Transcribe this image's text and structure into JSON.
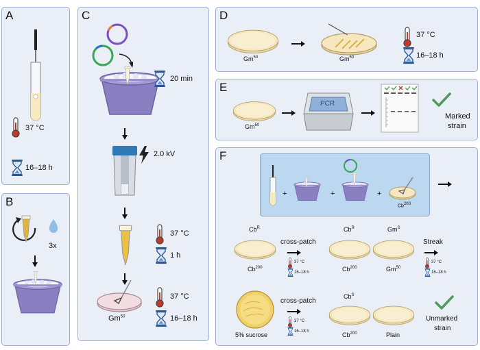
{
  "panels": {
    "A": {
      "label": "A",
      "temp": "37 °C",
      "time": "16–18 h"
    },
    "B": {
      "label": "B",
      "repeat": "3x"
    },
    "C": {
      "label": "C",
      "step1_time": "20 min",
      "voltage": "2.0 kV",
      "temp": "37 °C",
      "time1": "1 h",
      "temp2": "37 °C",
      "time2": "16–18 h",
      "plate": "Gm",
      "plate_sup": "50"
    },
    "D": {
      "label": "D",
      "plate1": "Gm",
      "plate1_sup": "50",
      "plate2": "Gm",
      "plate2_sup": "50",
      "temp": "37 °C",
      "time": "16–18 h"
    },
    "E": {
      "label": "E",
      "plate": "Gm",
      "plate_sup": "50",
      "pcr": "PCR",
      "result_line1": "Marked",
      "result_line2": "strain"
    },
    "F": {
      "label": "F",
      "plus": "+",
      "inset_plate": "Cb",
      "inset_plate_sup": "200",
      "row1": {
        "plate1_top": "Cb",
        "plate1_top_sup": "R",
        "plate1_bottom": "Cb",
        "plate1_bottom_sup": "200",
        "action1": "cross-patch",
        "small_temp": "37 °C",
        "small_time": "16–18 h",
        "plate2_top": "Cb",
        "plate2_top_sup": "R",
        "plate2_bottom": "Cb",
        "plate2_bottom_sup": "200",
        "plate3_top": "Gm",
        "plate3_top_sup": "S",
        "plate3_bottom": "Gm",
        "plate3_bottom_sup": "50",
        "action2": "Streak"
      },
      "row2": {
        "plate1_label": "5% sucrose",
        "action": "cross-patch",
        "small_temp": "37 °C",
        "small_time": "16–18 h",
        "plate2_top": "Cb",
        "plate2_top_sup": "S",
        "plate2_bottom": "Cb",
        "plate2_bottom_sup": "200",
        "plate3_bottom": "Plain",
        "result_line1": "Unmarked",
        "result_line2": "strain"
      }
    }
  },
  "colors": {
    "panel_bg": "#e9eef7",
    "panel_border": "#9eb0cf",
    "inset_bg": "#bcd7f0",
    "pot": "#8a7fc0",
    "plate": "#f6e7c0",
    "check": "#4f9a58",
    "hourglass": "#2d5a94",
    "thermo": "#c0392b"
  }
}
